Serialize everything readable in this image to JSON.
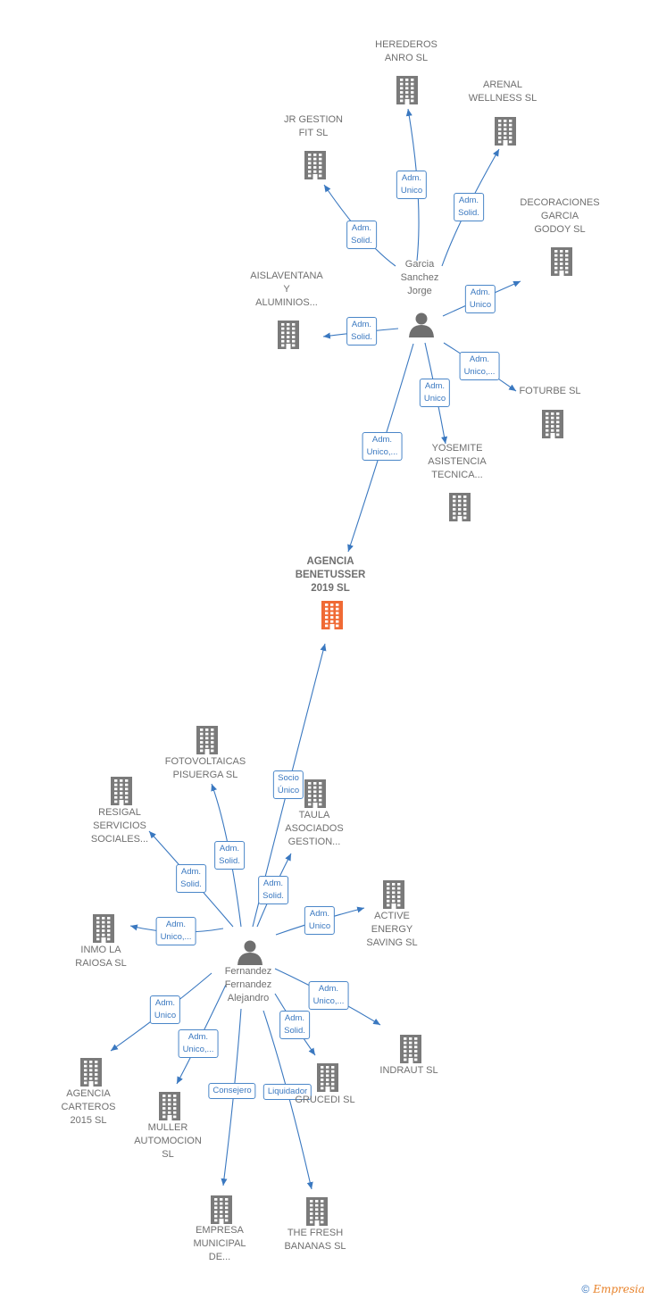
{
  "colors": {
    "edge": "#3a78c0",
    "building": "#7a7a7a",
    "main_building": "#f06a35",
    "person": "#6f6f6f",
    "label_text": "#6f6f6f"
  },
  "nodes": [
    {
      "id": "agencia_benetusser",
      "kind": "building",
      "main": true,
      "lines": [
        "AGENCIA",
        "BENETUSSER",
        "2019  SL"
      ]
    },
    {
      "id": "garcia",
      "kind": "person",
      "lines": [
        "Garcia",
        "Sanchez",
        "Jorge"
      ]
    },
    {
      "id": "fernandez",
      "kind": "person",
      "lines": [
        "Fernandez",
        "Fernandez",
        "Alejandro"
      ]
    },
    {
      "id": "herederos",
      "kind": "building",
      "lines": [
        "HEREDEROS",
        "ANRO  SL"
      ]
    },
    {
      "id": "arenal",
      "kind": "building",
      "lines": [
        "ARENAL",
        "WELLNESS SL"
      ]
    },
    {
      "id": "jr_gestion",
      "kind": "building",
      "lines": [
        "JR GESTION",
        "FIT  SL"
      ]
    },
    {
      "id": "decoraciones",
      "kind": "building",
      "lines": [
        "DECORACIONES",
        "GARCIA",
        "GODOY  SL"
      ]
    },
    {
      "id": "aislaventana",
      "kind": "building",
      "lines": [
        "AISLAVENTANA",
        "Y",
        "ALUMINIOS..."
      ]
    },
    {
      "id": "foturbe",
      "kind": "building",
      "lines": [
        "FOTURBE  SL"
      ]
    },
    {
      "id": "yosemite",
      "kind": "building",
      "lines": [
        "YOSEMITE",
        "ASISTENCIA",
        "TECNICA..."
      ]
    },
    {
      "id": "fotovoltaicas",
      "kind": "building",
      "lines": [
        "FOTOVOLTAICAS",
        "PISUERGA SL"
      ]
    },
    {
      "id": "resigal",
      "kind": "building",
      "lines": [
        "RESIGAL",
        "SERVICIOS",
        "SOCIALES..."
      ]
    },
    {
      "id": "taula",
      "kind": "building",
      "lines": [
        "TAULA",
        "ASOCIADOS",
        "GESTION..."
      ]
    },
    {
      "id": "active_energy",
      "kind": "building",
      "lines": [
        "ACTIVE",
        "ENERGY",
        "SAVING  SL"
      ]
    },
    {
      "id": "inmo_raiosa",
      "kind": "building",
      "lines": [
        "INMO LA",
        "RAIOSA  SL"
      ]
    },
    {
      "id": "indraut",
      "kind": "building",
      "lines": [
        "INDRAUT SL"
      ]
    },
    {
      "id": "agencia_carteros",
      "kind": "building",
      "lines": [
        "AGENCIA",
        "CARTEROS",
        "2015  SL"
      ]
    },
    {
      "id": "muller",
      "kind": "building",
      "lines": [
        "MULLER",
        "AUTOMOCION",
        "SL"
      ]
    },
    {
      "id": "grucedi",
      "kind": "building",
      "lines": [
        "GRUCEDI SL"
      ]
    },
    {
      "id": "empresa_municipal",
      "kind": "building",
      "lines": [
        "EMPRESA",
        "MUNICIPAL",
        "DE..."
      ]
    },
    {
      "id": "fresh_bananas",
      "kind": "building",
      "lines": [
        "THE FRESH",
        "BANANAS  SL"
      ]
    }
  ],
  "edges": [
    {
      "from": "garcia",
      "to": "herederos",
      "label": [
        "Adm.",
        "Unico"
      ]
    },
    {
      "from": "garcia",
      "to": "arenal",
      "label": [
        "Adm.",
        "Solid."
      ]
    },
    {
      "from": "garcia",
      "to": "jr_gestion",
      "label": [
        "Adm.",
        "Solid."
      ]
    },
    {
      "from": "garcia",
      "to": "decoraciones",
      "label": [
        "Adm.",
        "Unico"
      ]
    },
    {
      "from": "garcia",
      "to": "aislaventana",
      "label": [
        "Adm.",
        "Solid."
      ]
    },
    {
      "from": "garcia",
      "to": "foturbe",
      "label": [
        "Adm.",
        "Unico,..."
      ]
    },
    {
      "from": "garcia",
      "to": "yosemite",
      "label": [
        "Adm.",
        "Unico"
      ]
    },
    {
      "from": "garcia",
      "to": "agencia_benetusser",
      "label": [
        "Adm.",
        "Unico,..."
      ]
    },
    {
      "from": "fernandez",
      "to": "agencia_benetusser",
      "label": [
        "Socio",
        "Único"
      ]
    },
    {
      "from": "fernandez",
      "to": "fotovoltaicas",
      "label": [
        "Adm.",
        "Solid."
      ]
    },
    {
      "from": "fernandez",
      "to": "resigal",
      "label": [
        "Adm.",
        "Solid."
      ]
    },
    {
      "from": "fernandez",
      "to": "taula",
      "label": [
        "Adm.",
        "Solid."
      ]
    },
    {
      "from": "fernandez",
      "to": "active_energy",
      "label": [
        "Adm.",
        "Unico"
      ]
    },
    {
      "from": "fernandez",
      "to": "inmo_raiosa",
      "label": [
        "Adm.",
        "Unico,..."
      ]
    },
    {
      "from": "fernandez",
      "to": "indraut",
      "label": [
        "Adm.",
        "Unico,..."
      ]
    },
    {
      "from": "fernandez",
      "to": "agencia_carteros",
      "label": [
        "Adm.",
        "Unico"
      ]
    },
    {
      "from": "fernandez",
      "to": "muller",
      "label": [
        "Adm.",
        "Unico,..."
      ]
    },
    {
      "from": "fernandez",
      "to": "grucedi",
      "label": [
        "Adm.",
        "Solid."
      ]
    },
    {
      "from": "fernandez",
      "to": "empresa_municipal",
      "label": [
        "Consejero"
      ]
    },
    {
      "from": "fernandez",
      "to": "fresh_bananas",
      "label": [
        "Liquidador"
      ]
    }
  ],
  "footer": {
    "copyright": "©",
    "brand": "Empresia"
  }
}
